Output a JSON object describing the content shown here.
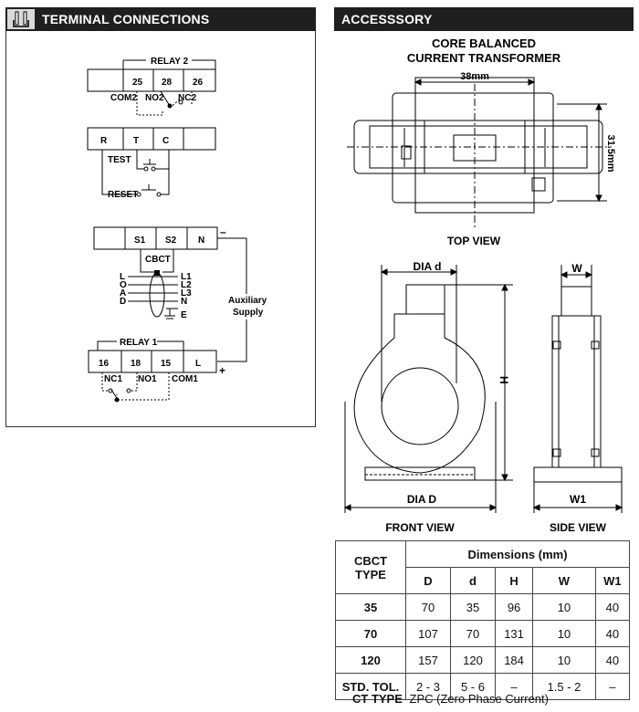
{
  "left_panel": {
    "title": "TERMINAL CONNECTIONS",
    "relay2": {
      "label": "RELAY 2",
      "terminals": [
        "25",
        "28",
        "26"
      ],
      "contacts": [
        "COM2",
        "NO2",
        "NC2"
      ]
    },
    "test_block": {
      "terminals": [
        "R",
        "T",
        "C"
      ],
      "switches": [
        "TEST",
        "RESET"
      ]
    },
    "cbct_block": {
      "terminals": [
        "S1",
        "S2",
        "N"
      ],
      "cbct_label": "CBCT",
      "lines_left": [
        "L",
        "O",
        "A",
        "D"
      ],
      "lines_right": [
        "L1",
        "L2",
        "L3",
        "N",
        "E"
      ],
      "aux_supply": [
        "Auxiliary",
        "Supply"
      ],
      "minus": "–",
      "plus": "+"
    },
    "relay1": {
      "label": "RELAY 1",
      "terminals": [
        "16",
        "18",
        "15",
        "L"
      ],
      "contacts": [
        "NC1",
        "NO1",
        "COM1"
      ]
    }
  },
  "right_panel": {
    "title": "ACCESSSORY",
    "product_title_1": "CORE BALANCED",
    "product_title_2": "CURRENT TRANSFORMER",
    "top_view": {
      "label": "TOP VIEW",
      "width_dim": "38mm",
      "height_dim": "31.5mm"
    },
    "front_view": {
      "label": "FRONT VIEW",
      "dia_d_small": "DIA  d",
      "dia_d_large": "DIA  D",
      "h": "H"
    },
    "side_view": {
      "label": "SIDE VIEW",
      "w": "W",
      "w1": "W1"
    }
  },
  "table": {
    "type_header_1": "CBCT",
    "type_header_2": "TYPE",
    "group_header": "Dimensions (mm)",
    "columns": [
      "D",
      "d",
      "H",
      "W",
      "W1"
    ],
    "rows": [
      {
        "type": "35",
        "values": [
          "70",
          "35",
          "96",
          "10",
          "40"
        ]
      },
      {
        "type": "70",
        "values": [
          "107",
          "70",
          "131",
          "10",
          "40"
        ]
      },
      {
        "type": "120",
        "values": [
          "157",
          "120",
          "184",
          "10",
          "40"
        ]
      },
      {
        "type": "STD. TOL.",
        "values": [
          "2 - 3",
          "5 - 6",
          "–",
          "1.5 - 2",
          "–"
        ]
      }
    ]
  },
  "ct_type": {
    "label": "CT TYPE",
    "value": "ZPC (Zero Phase Current)"
  }
}
